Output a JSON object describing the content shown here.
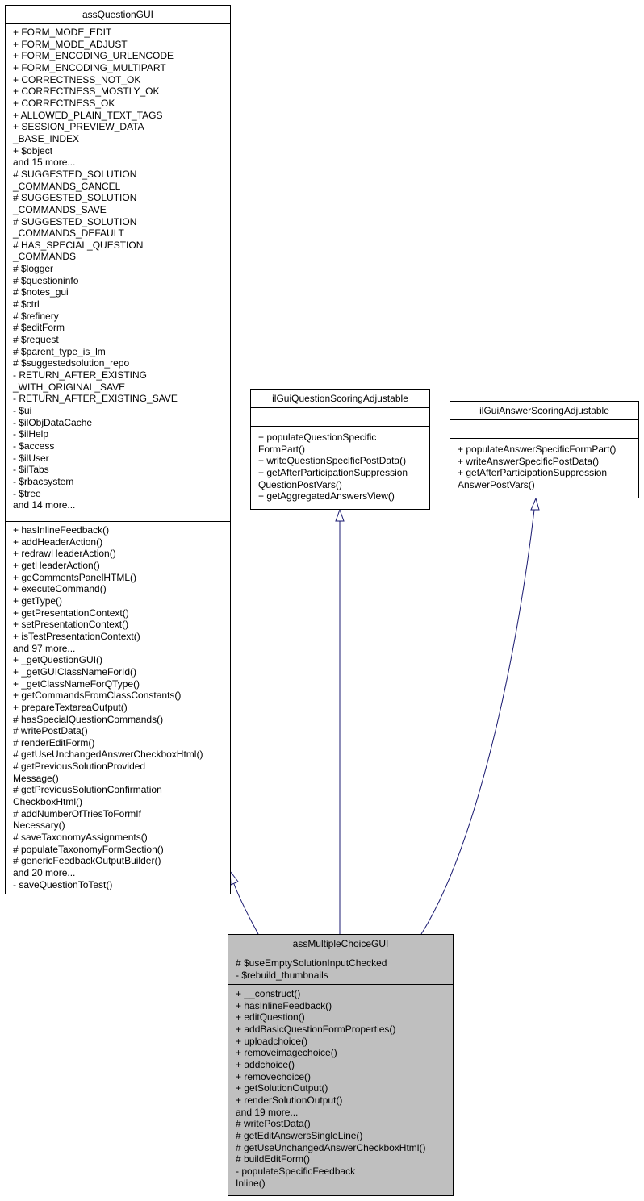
{
  "classes": {
    "assQuestionGUI": {
      "name": "assQuestionGUI",
      "attributes": [
        "+ FORM_MODE_EDIT",
        "+ FORM_MODE_ADJUST",
        "+ FORM_ENCODING_URLENCODE",
        "+ FORM_ENCODING_MULTIPART",
        "+ CORRECTNESS_NOT_OK",
        "+ CORRECTNESS_MOSTLY_OK",
        "+ CORRECTNESS_OK",
        "+ ALLOWED_PLAIN_TEXT_TAGS",
        "+ SESSION_PREVIEW_DATA",
        "_BASE_INDEX",
        "+ $object",
        "and 15 more...",
        "# SUGGESTED_SOLUTION",
        "_COMMANDS_CANCEL",
        "# SUGGESTED_SOLUTION",
        "_COMMANDS_SAVE",
        "# SUGGESTED_SOLUTION",
        "_COMMANDS_DEFAULT",
        "# HAS_SPECIAL_QUESTION",
        "_COMMANDS",
        "# $logger",
        "# $questioninfo",
        "# $notes_gui",
        "# $ctrl",
        "# $refinery",
        "# $editForm",
        "# $request",
        "# $parent_type_is_lm",
        "# $suggestedsolution_repo",
        "- RETURN_AFTER_EXISTING",
        "_WITH_ORIGINAL_SAVE",
        "- RETURN_AFTER_EXISTING_SAVE",
        "- $ui",
        "- $ilObjDataCache",
        "- $ilHelp",
        "- $access",
        "- $ilUser",
        "- $ilTabs",
        "- $rbacsystem",
        "- $tree",
        "and 14 more..."
      ],
      "methods": [
        "+ hasInlineFeedback()",
        "+ addHeaderAction()",
        "+ redrawHeaderAction()",
        "+ getHeaderAction()",
        "+ geCommentsPanelHTML()",
        "+ executeCommand()",
        "+ getType()",
        "+ getPresentationContext()",
        "+ setPresentationContext()",
        "+ isTestPresentationContext()",
        "and 97 more...",
        "+ _getQuestionGUI()",
        "+ _getGUIClassNameForId()",
        "+ _getClassNameForQType()",
        "+ getCommandsFromClassConstants()",
        "+ prepareTextareaOutput()",
        "# hasSpecialQuestionCommands()",
        "# writePostData()",
        "# renderEditForm()",
        "# getUseUnchangedAnswerCheckboxHtml()",
        "# getPreviousSolutionProvided",
        "Message()",
        "# getPreviousSolutionConfirmation",
        "CheckboxHtml()",
        "# addNumberOfTriesToFormIf",
        "Necessary()",
        "# saveTaxonomyAssignments()",
        "# populateTaxonomyFormSection()",
        "# genericFeedbackOutputBuilder()",
        "and 20 more...",
        "- saveQuestionToTest()"
      ]
    },
    "ilGuiQuestionScoringAdjustable": {
      "name": "ilGuiQuestionScoringAdjustable",
      "attributes": [],
      "methods": [
        "+ populateQuestionSpecific",
        "FormPart()",
        "+ writeQuestionSpecificPostData()",
        "+ getAfterParticipationSuppression",
        "QuestionPostVars()",
        "+ getAggregatedAnswersView()"
      ]
    },
    "ilGuiAnswerScoringAdjustable": {
      "name": "ilGuiAnswerScoringAdjustable",
      "attributes": [],
      "methods": [
        "+ populateAnswerSpecificFormPart()",
        "+ writeAnswerSpecificPostData()",
        "+ getAfterParticipationSuppression",
        "AnswerPostVars()"
      ]
    },
    "assMultipleChoiceGUI": {
      "name": "assMultipleChoiceGUI",
      "attributes": [
        "# $useEmptySolutionInputChecked",
        "- $rebuild_thumbnails"
      ],
      "methods": [
        "+ __construct()",
        "+ hasInlineFeedback()",
        "+ editQuestion()",
        "+ addBasicQuestionFormProperties()",
        "+ uploadchoice()",
        "+ removeimagechoice()",
        "+ addchoice()",
        "+ removechoice()",
        "+ getSolutionOutput()",
        "+ renderSolutionOutput()",
        "and 19 more...",
        "# writePostData()",
        "# getEditAnswersSingleLine()",
        "# getUseUnchangedAnswerCheckboxHtml()",
        "# buildEditForm()",
        "- populateSpecificFeedback",
        "Inline()"
      ]
    }
  },
  "colors": {
    "edge": "#191970",
    "current_class_fill": "#bfbfbf",
    "class_fill": "#ffffff",
    "border": "#000000"
  }
}
